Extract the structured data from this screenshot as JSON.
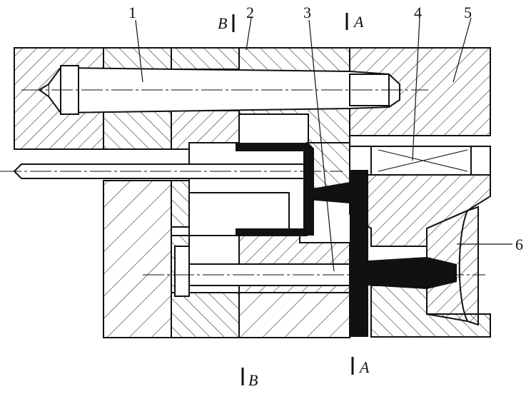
{
  "labels": {
    "part_1": "1",
    "part_2": "2",
    "part_3": "3",
    "part_4": "4",
    "part_5": "5",
    "part_6": "6",
    "section_b_top": "B",
    "section_a_top": "A",
    "section_a_bottom": "A",
    "section_b_bottom": "B"
  },
  "colors": {
    "line": "#111111",
    "hatch": "#222222",
    "plastic_fill": "#111111",
    "background": "#ffffff"
  }
}
